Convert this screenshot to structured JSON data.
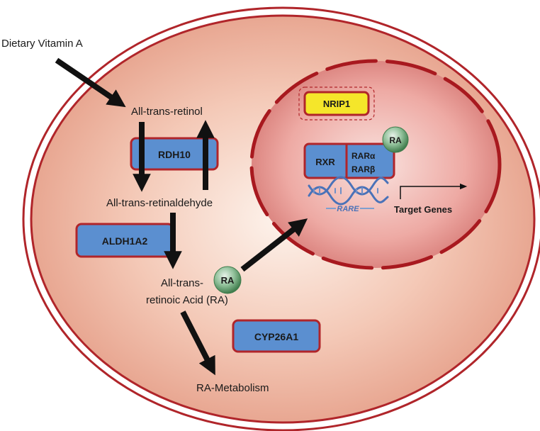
{
  "colors": {
    "membrane": "#b0252a",
    "cytoplasm_center": "#fbeee6",
    "cytoplasm_edge": "#e7a38f",
    "nucleus_center": "#f6d7d1",
    "nucleus_edge": "#cf6a68",
    "enzyme_box_fill": "#5b8fd0",
    "enzyme_box_border": "#b0252a",
    "nrip1_fill": "#f5e62a",
    "ra_bubble": "#5e9b6b",
    "dna_blue": "#4a72b8",
    "arrow": "#111111"
  },
  "labels": {
    "dietary_vitamin_a": "Dietary Vitamin A",
    "all_trans_retinol": "All-trans-retinol",
    "all_trans_retinaldehyde": "All-trans-retinaldehyde",
    "all_trans_ra_line1": "All-trans-",
    "all_trans_ra_line2": "retinoic Acid (RA)",
    "ra_metabolism": "RA-Metabolism",
    "rare": "RARE",
    "target_genes": "Target Genes"
  },
  "enzymes": {
    "rdh10": "RDH10",
    "aldh1a2": "ALDH1A2",
    "cyp26a1": "CYP26A1"
  },
  "nucleus": {
    "nrip1": "NRIP1",
    "rxr": "RXR",
    "rar_alpha": "RARα",
    "rar_beta": "RARβ",
    "ra_bound": "RA"
  },
  "ra_free": "RA"
}
